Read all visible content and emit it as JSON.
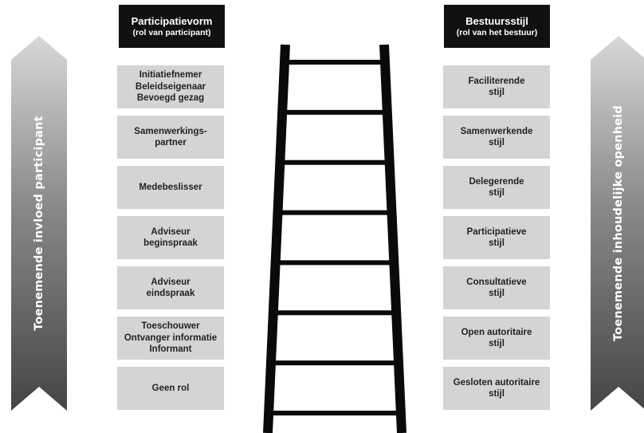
{
  "left_arrow": {
    "label": "Toenemende invloed participant"
  },
  "right_arrow": {
    "label": "Toenemende inhoudelijke openheid"
  },
  "left_column": {
    "title": "Participatievorm",
    "subtitle": "(rol van participant)",
    "items": [
      "Initiatiefnemer\nBeleidseigenaar\nBevoegd gezag",
      "Samenwerkings-\npartner",
      "Medebeslisser",
      "Adviseur\nbeginspraak",
      "Adviseur\neindspraak",
      "Toeschouwer\nOntvanger informatie\nInformant",
      "Geen rol"
    ]
  },
  "right_column": {
    "title": "Bestuursstijl",
    "subtitle": "(rol van het bestuur)",
    "items": [
      "Faciliterende\nstijl",
      "Samenwerkende\nstijl",
      "Delegerende\nstijl",
      "Participatieve\nstijl",
      "Consultatieve\nstijl",
      "Open autoritaire\nstijl",
      "Gesloten autoritaire\nstijl"
    ]
  },
  "colors": {
    "header_bg": "#111111",
    "box_bg": "#d4d4d4",
    "arrow_light": "#d6d6d6",
    "arrow_dark": "#4a4a4a",
    "ladder": "#0a0a0a"
  },
  "ladder": {
    "rungs": 8
  }
}
